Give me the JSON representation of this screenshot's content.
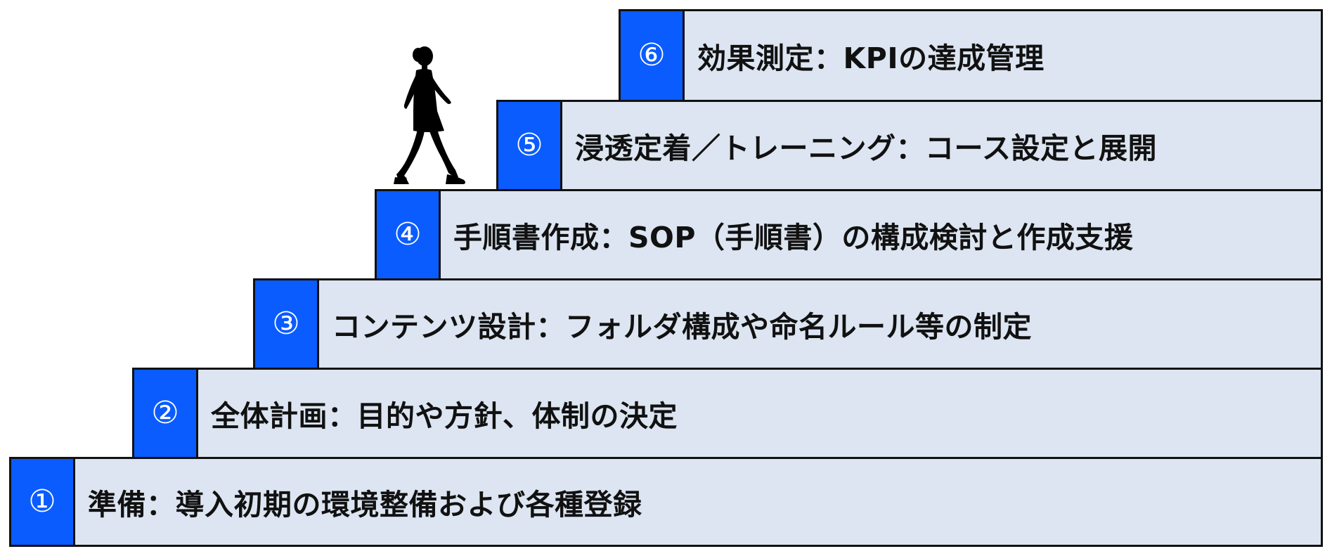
{
  "steps": [
    {
      "number": "①",
      "label": "準備：導入初期の環境整備および各種登録"
    },
    {
      "number": "②",
      "label": "全体計画：目的や方針、体制の決定"
    },
    {
      "number": "③",
      "label": "コンテンツ設計：フォルダ構成や命名ルール等の制定"
    },
    {
      "number": "④",
      "label": "手順書作成：SOP（手順書）の構成検討と作成支援"
    },
    {
      "number": "⑤",
      "label": "浸透定着／トレーニング：コース設定と展開"
    },
    {
      "number": "⑥",
      "label": "効果測定：KPIの達成管理"
    }
  ],
  "colors": {
    "number_fill": "#0a5cff",
    "step_fill": "#dce5f1",
    "border": "#111111",
    "figure": "#000000"
  },
  "icons": {
    "figure": "walking-woman-silhouette"
  }
}
